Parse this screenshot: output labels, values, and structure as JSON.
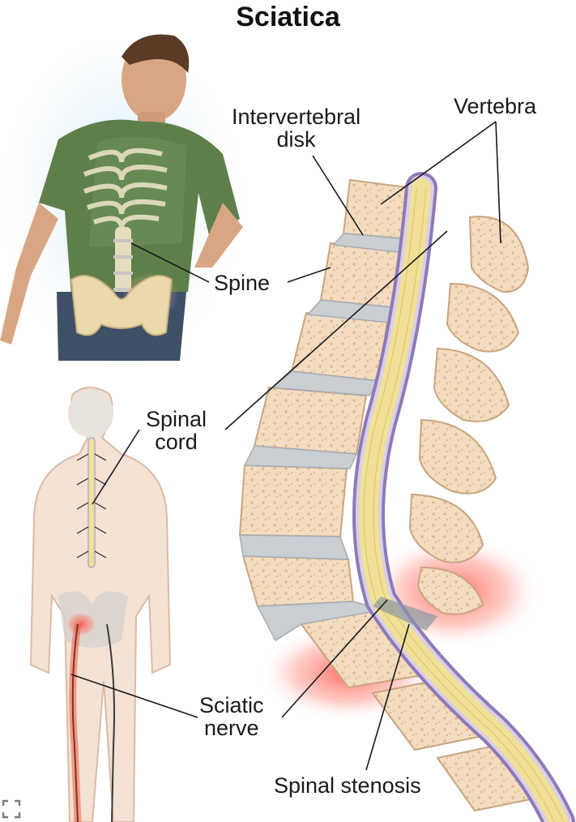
{
  "title": "Sciatica",
  "labels": {
    "intervertebral_disk_1": "Intervertebral",
    "intervertebral_disk_2": "disk",
    "vertebra": "Vertebra",
    "spine": "Spine",
    "spinal_cord_1": "Spinal",
    "spinal_cord_2": "cord",
    "sciatic_nerve_1": "Sciatic",
    "sciatic_nerve_2": "nerve",
    "spinal_stenosis": "Spinal stenosis"
  },
  "colors": {
    "vertebra_bone": "#f3dcc0",
    "bone_speckle": "#e3b98e",
    "disk": "#c9ced3",
    "spinal_cord": "#f0e196",
    "dura": "#b8a6d2",
    "inflammation": "#ff3b30",
    "shirt": "#5e7f4a",
    "skin": "#efd7c6"
  },
  "icons": {
    "corner": "expand-icon"
  }
}
